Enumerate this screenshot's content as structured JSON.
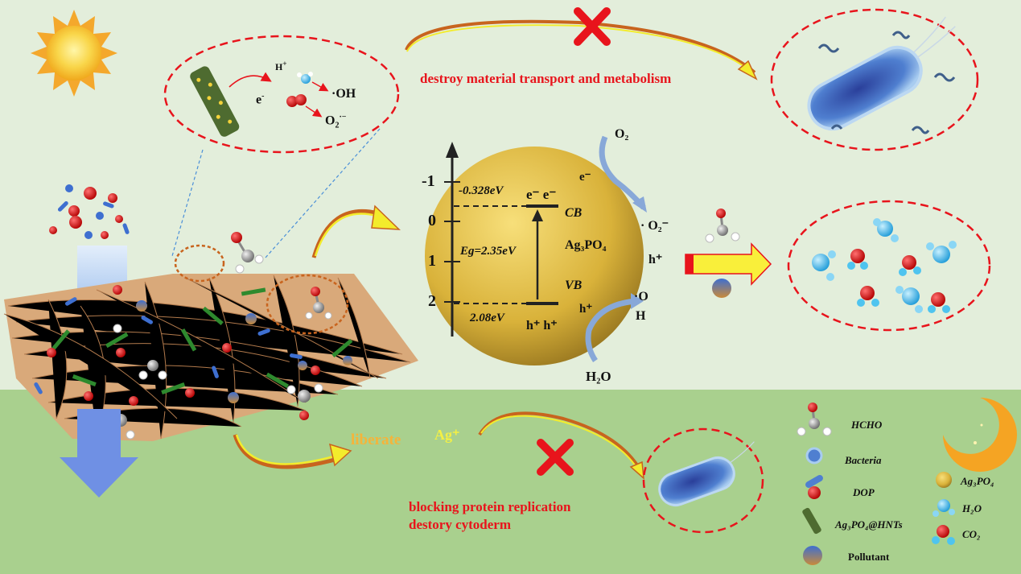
{
  "top_text": {
    "destroy": "destroy material transport and metabolism",
    "h_plus_small": "H",
    "h_plus_sup": "+",
    "e_minus": "e",
    "e_sup": "-",
    "oh": "·OH",
    "o2_radical": "O",
    "o2_sub": "2",
    "o2_sup": "·−"
  },
  "band_diagram": {
    "axis_ticks": [
      "-1",
      "0",
      "1",
      "2"
    ],
    "cb_energy": "-0.328eV",
    "vb_energy": "2.08eV",
    "bandgap": "Eg=2.35eV",
    "cb_label": "CB",
    "vb_label": "VB",
    "material": "Ag₃PO₄",
    "electrons": "e⁻ e⁻",
    "holes": "h⁺ h⁺",
    "o2": "O₂",
    "e_side": "e⁻",
    "superoxide": "· O₂⁻",
    "h_side": "h⁺",
    "h_lower": "h⁺",
    "oh_top": "·O",
    "oh_bottom": "H",
    "h2o": "H₂O"
  },
  "bottom_text": {
    "liberate": "liberate",
    "ag_plus": "Ag⁺",
    "blocking": "blocking protein replication",
    "destory": "destory cytoderm"
  },
  "legend": {
    "items": [
      "HCHO",
      "Bacteria",
      "DOP",
      "Ag₃PO₄@HNTs",
      "Pollutant"
    ],
    "items_right": [
      "Ag₃PO₄",
      "H₂O",
      "CO₂"
    ]
  },
  "colors": {
    "top_bg": "#e3eedb",
    "bottom_bg": "#a9d08e",
    "dashed_red": "#e8141c",
    "arrow_orange": "#c8641e",
    "arrow_yellow": "#f3ec2c",
    "sphere": "#d9b23a",
    "sun": "#f6c22e"
  }
}
